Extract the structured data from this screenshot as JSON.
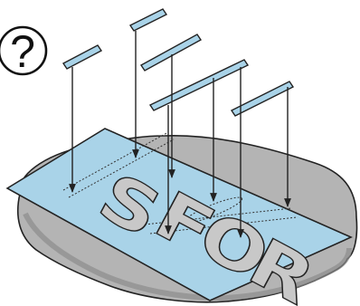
{
  "help_mark": "?",
  "letters": [
    "S",
    "F",
    "O",
    "R"
  ],
  "colors": {
    "sheet": "#a9d3e8",
    "ground": "#b4b4b4",
    "ground_shadow": "#8c8c8c",
    "stroke": "#222222",
    "cutout": "#c8c8c8"
  }
}
